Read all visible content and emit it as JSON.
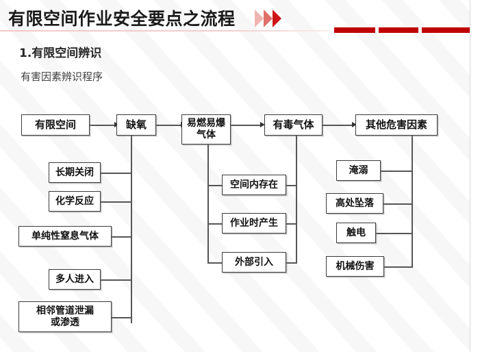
{
  "header": {
    "title": "有限空间作业安全要点之流程",
    "chevron_icon": "triple-chevron-right-icon",
    "accent_color": "#c00000"
  },
  "section": {
    "number_title": "1.有限空间辨识",
    "subtitle": "有害因素辨识程序"
  },
  "flowchart": {
    "type": "diagram",
    "top_row": [
      {
        "id": "n1",
        "label": "有限空间"
      },
      {
        "id": "n2",
        "label": "缺氧"
      },
      {
        "id": "n3",
        "label_line1": "易燃易爆",
        "label_line2": "气体"
      },
      {
        "id": "n4",
        "label": "有毒气体"
      },
      {
        "id": "n5",
        "label": "其他危害因素"
      }
    ],
    "col_oxygen": [
      {
        "id": "o1",
        "label": "长期关闭"
      },
      {
        "id": "o2",
        "label": "化学反应"
      },
      {
        "id": "o3",
        "label": "单纯性窒息气体"
      },
      {
        "id": "o4",
        "label": "多人进入"
      },
      {
        "id": "o5",
        "label_line1": "相邻管道泄漏",
        "label_line2": "或渗透"
      }
    ],
    "col_gas": [
      {
        "id": "g1",
        "label": "空间内存在"
      },
      {
        "id": "g2",
        "label": "作业时产生"
      },
      {
        "id": "g3",
        "label": "外部引入"
      }
    ],
    "col_other": [
      {
        "id": "h1",
        "label": "淹溺"
      },
      {
        "id": "h2",
        "label": "高处坠落"
      },
      {
        "id": "h3",
        "label": "触电"
      },
      {
        "id": "h4",
        "label": "机械伤害"
      }
    ]
  }
}
